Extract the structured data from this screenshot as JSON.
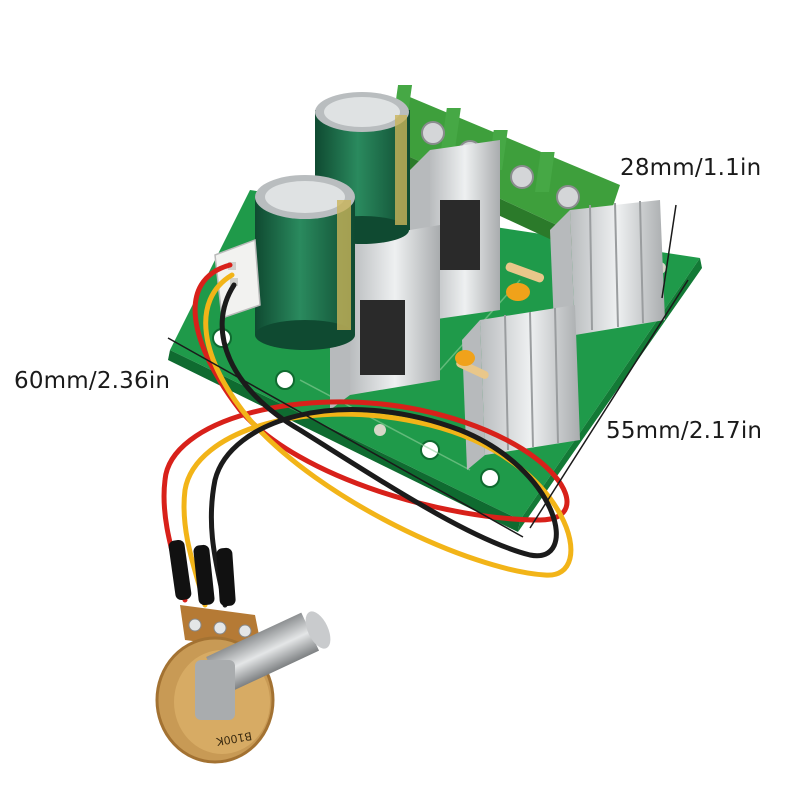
{
  "image": {
    "subject": "PWM DC motor speed controller board with potentiometer",
    "background": "#ffffff",
    "colors": {
      "pcb": "#1f9a4a",
      "pcb_dark": "#137a36",
      "heatsink": "#d8dadb",
      "capacitor": "#1e6a4a",
      "terminal": "#3e9f3c",
      "wire_red": "#d8211a",
      "wire_yellow": "#f2b418",
      "wire_black": "#1b1b1b",
      "pot_body": "#c89a55"
    }
  },
  "dimensions": {
    "height_label": "28mm/1.1in",
    "length_label": "60mm/2.36in",
    "width_label": "55mm/2.17in"
  },
  "markings": {
    "potentiometer": "B100K"
  }
}
